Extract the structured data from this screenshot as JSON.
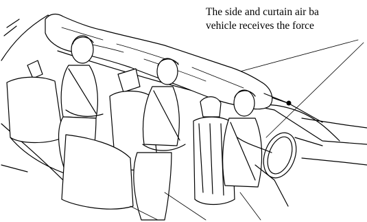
{
  "caption": {
    "line1": "The side and curtain air ba",
    "line2": "vehicle receives the force"
  },
  "illustration": {
    "icon": "vehicle-cabin-airbag-illustration"
  }
}
